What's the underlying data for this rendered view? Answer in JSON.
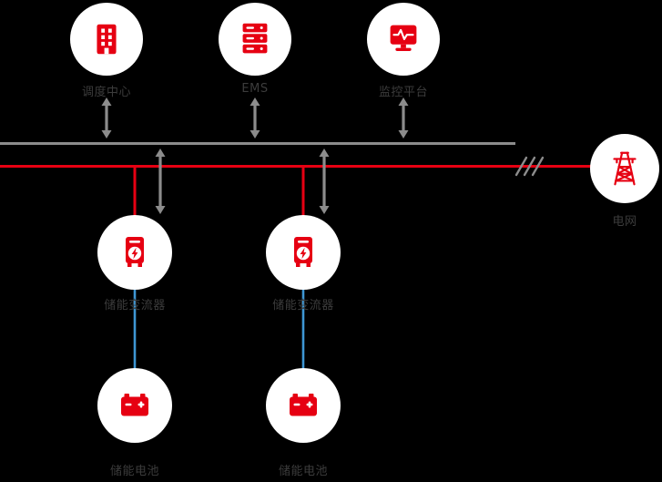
{
  "diagram": {
    "background_color": "#000000",
    "colors": {
      "accent_red": "#e60012",
      "comm_bus_gray": "#8c8c8c",
      "battery_link_blue": "#3e96d3",
      "node_circle_white": "#ffffff",
      "label_gray": "#3c3c3c"
    },
    "nodes": {
      "dispatch_center": {
        "label": "调度中心",
        "icon": "building-icon"
      },
      "ems": {
        "label": "EMS",
        "icon": "server-rack-icon"
      },
      "monitoring_platform": {
        "label": "监控平台",
        "icon": "monitor-waveform-icon"
      },
      "grid": {
        "label": "电网",
        "icon": "transmission-tower-icon"
      },
      "converter_1": {
        "label": "储能变流器",
        "icon": "converter-icon"
      },
      "converter_2": {
        "label": "储能变流器",
        "icon": "converter-icon"
      },
      "battery_1": {
        "label": "储能电池",
        "icon": "battery-icon"
      },
      "battery_2": {
        "label": "储能电池",
        "icon": "battery-icon"
      }
    }
  }
}
